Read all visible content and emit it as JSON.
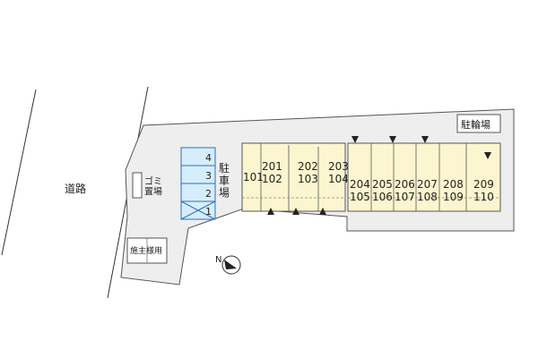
{
  "road_label": "道路",
  "parking": {
    "label": "駐\n車\n場",
    "spaces": [
      "4",
      "3",
      "2",
      "1"
    ]
  },
  "garbage_label": "ゴミ\n置場",
  "owner_area_label": "施主様用",
  "bicycle_parking_label": "駐輪場",
  "compass_label": "N",
  "units": [
    {
      "label": "101"
    },
    {
      "label": "201\n102"
    },
    {
      "label": "202\n103"
    },
    {
      "label": "203\n104"
    },
    {
      "label": "204\n105"
    },
    {
      "label": "205\n106"
    },
    {
      "label": "206\n107"
    },
    {
      "label": "207\n108"
    },
    {
      "label": "208\n109"
    },
    {
      "label": "209\n110"
    }
  ],
  "colors": {
    "building_fill": "#fbf6cf",
    "parking_fill": "#d6eefc",
    "parking_stroke": "#2f6fbf",
    "site_fill": "#eeeeee",
    "outline": "#555555"
  }
}
